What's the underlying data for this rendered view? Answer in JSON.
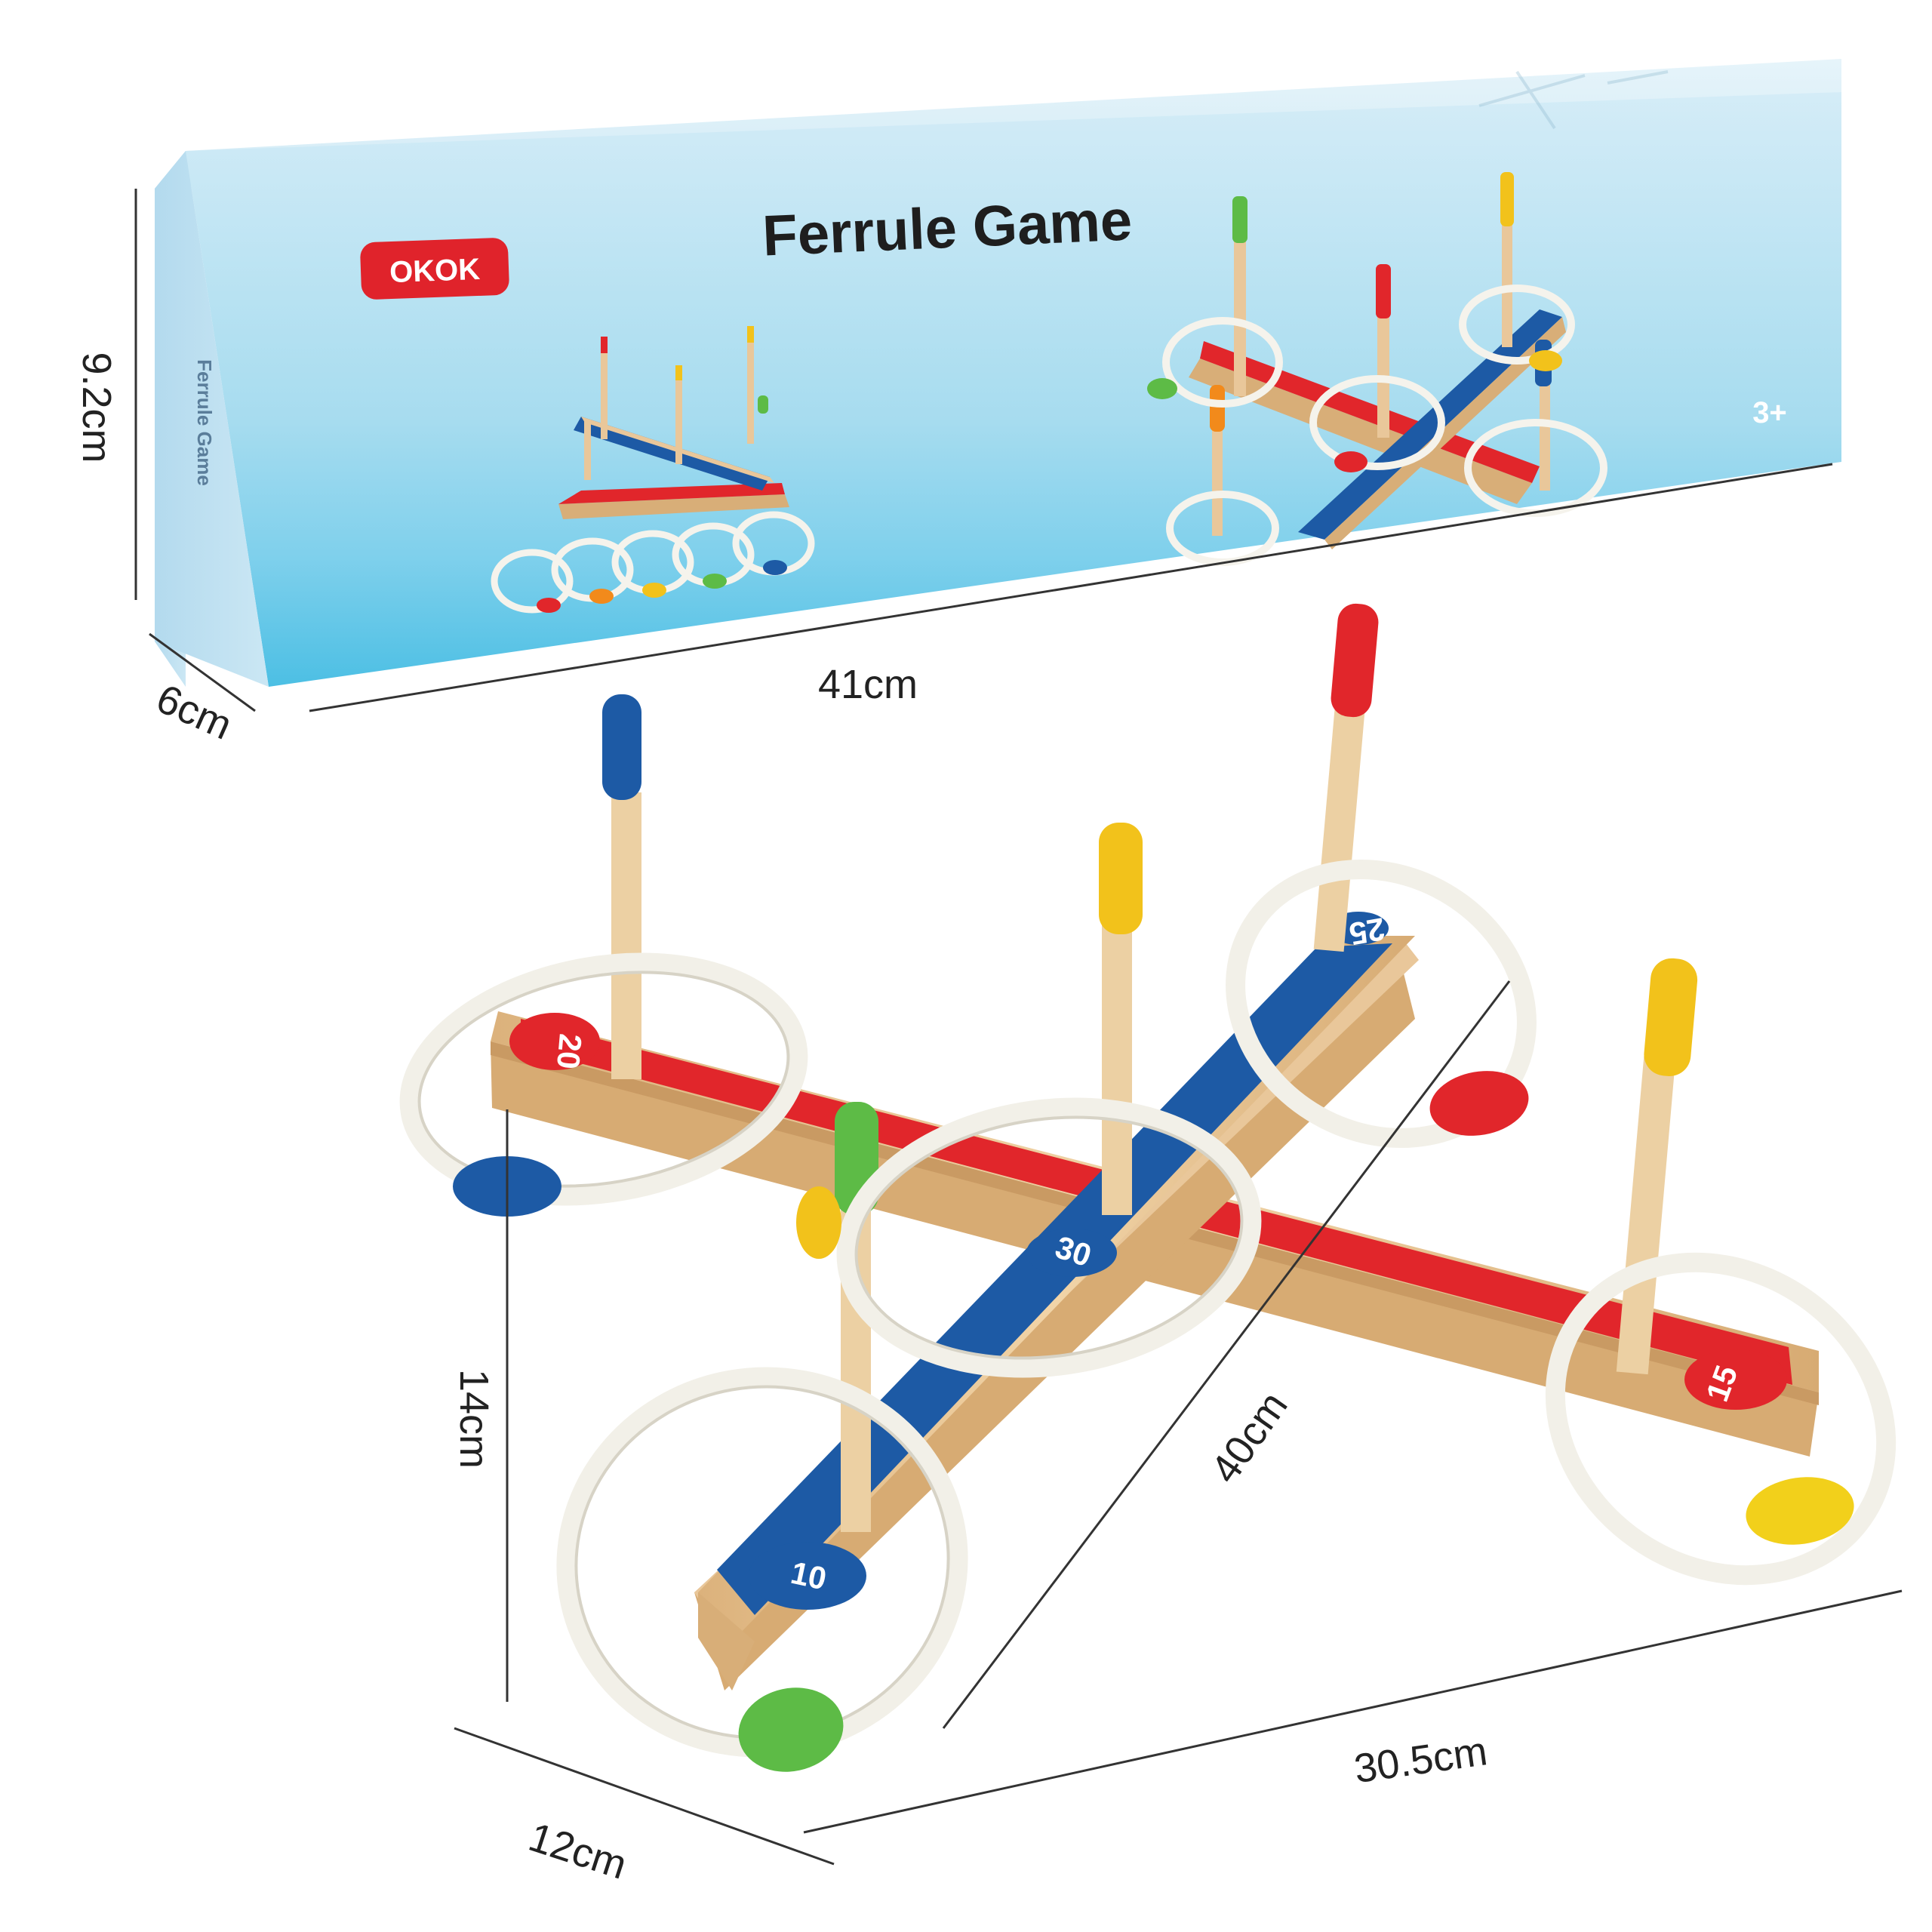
{
  "box": {
    "brand": "OKOK",
    "title": "Ferrule Game",
    "side_text": "Ferrule Game",
    "age": "3+"
  },
  "dimensions": {
    "box_height": "9.2cm",
    "box_depth": "6cm",
    "box_length": "41cm",
    "toy_height": "14cm",
    "toy_diagonal": "40cm",
    "toy_width": "30.5cm",
    "toy_depth": "12cm"
  },
  "scores": {
    "red_left": "20",
    "red_right": "15",
    "blue_top": "25",
    "blue_center": "30",
    "blue_bottom": "10"
  },
  "colors": {
    "box_light": "#c9e6f3",
    "box_mid": "#9fd6ec",
    "box_water": "#5cc4e6",
    "box_side": "#b9def0",
    "wood": "#e9c79a",
    "wood_dark": "#d8ae78",
    "red": "#e1262b",
    "blue": "#1d5aa5",
    "yellow": "#f2c21b",
    "green": "#5dbb46",
    "rope": "#f2f0e8",
    "brand_red": "#e0232b"
  }
}
